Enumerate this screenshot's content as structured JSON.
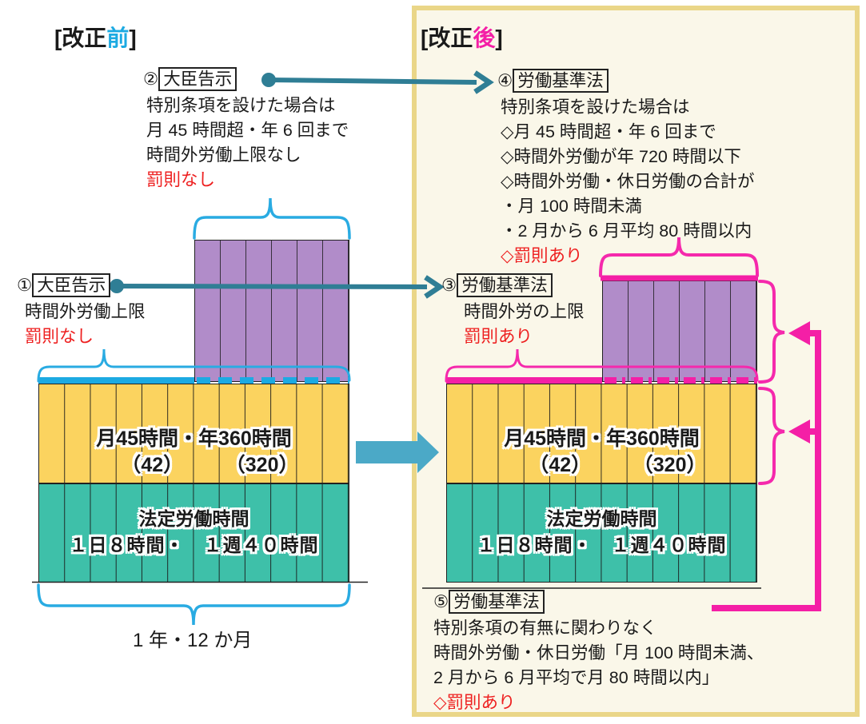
{
  "before": {
    "title_prefix": "[改正",
    "title_accent": "前",
    "title_suffix": "]",
    "note2": {
      "num": "②",
      "box_label": "大臣告示",
      "line1": "特別条項を設けた場合は",
      "line2": "月 45 時間超・年 6 回まで",
      "line3": "時間外労働上限なし",
      "penalty": "罰則なし"
    },
    "note1": {
      "num": "①",
      "box_label": "大臣告示",
      "line1": "時間外労働上限",
      "penalty": "罰則なし"
    },
    "axis_label": "1 年・12 か月"
  },
  "after": {
    "title_prefix": "[改正",
    "title_accent": "後",
    "title_suffix": "]",
    "note4": {
      "num": "④",
      "box_label": "労働基準法",
      "line1": "特別条項を設けた場合は",
      "line2": "◇月 45 時間超・年 6 回まで",
      "line3": "◇時間外労働が年 720 時間以下",
      "line4": "◇時間外労働・休日労働の合計が",
      "line5": "・月 100 時間未満",
      "line6": "・2 月から 6 月平均 80 時間以内",
      "penalty": "◇罰則あり"
    },
    "note3": {
      "num": "③",
      "box_label": "労働基準法",
      "line1": "時間外労の上限",
      "penalty": "罰則あり"
    },
    "note5": {
      "num": "⑤",
      "box_label": "労働基準法",
      "line1": "特別条項の有無に関わりなく",
      "line2": "時間外労働・休日労働「月 100 時間未満、",
      "line3": "2 月から 6 月平均で月 80 時間以内」",
      "penalty": "◇罰則あり"
    }
  },
  "bars": {
    "overtime_label": "月45時間・年360時間",
    "overtime_monthly": "（42）",
    "overtime_yearly": "（320）",
    "statutory_label": "法定労働時間",
    "statutory_hours": "１日８時間・　１週４０時間"
  },
  "colors": {
    "cyan": "#1caae2",
    "magenta": "#f41fa6",
    "teal_connector_arrow": "#2f7e95",
    "big_transition_arrow": "#4ba9c7",
    "overtime_bar_yellow": "#fbd35f",
    "special_bar_purple": "#b18cc9",
    "statutory_bar_teal": "#3ec0a9",
    "penalty_red": "#ee2020",
    "panel_bg": "#faf7e9",
    "panel_border": "#ead688"
  }
}
